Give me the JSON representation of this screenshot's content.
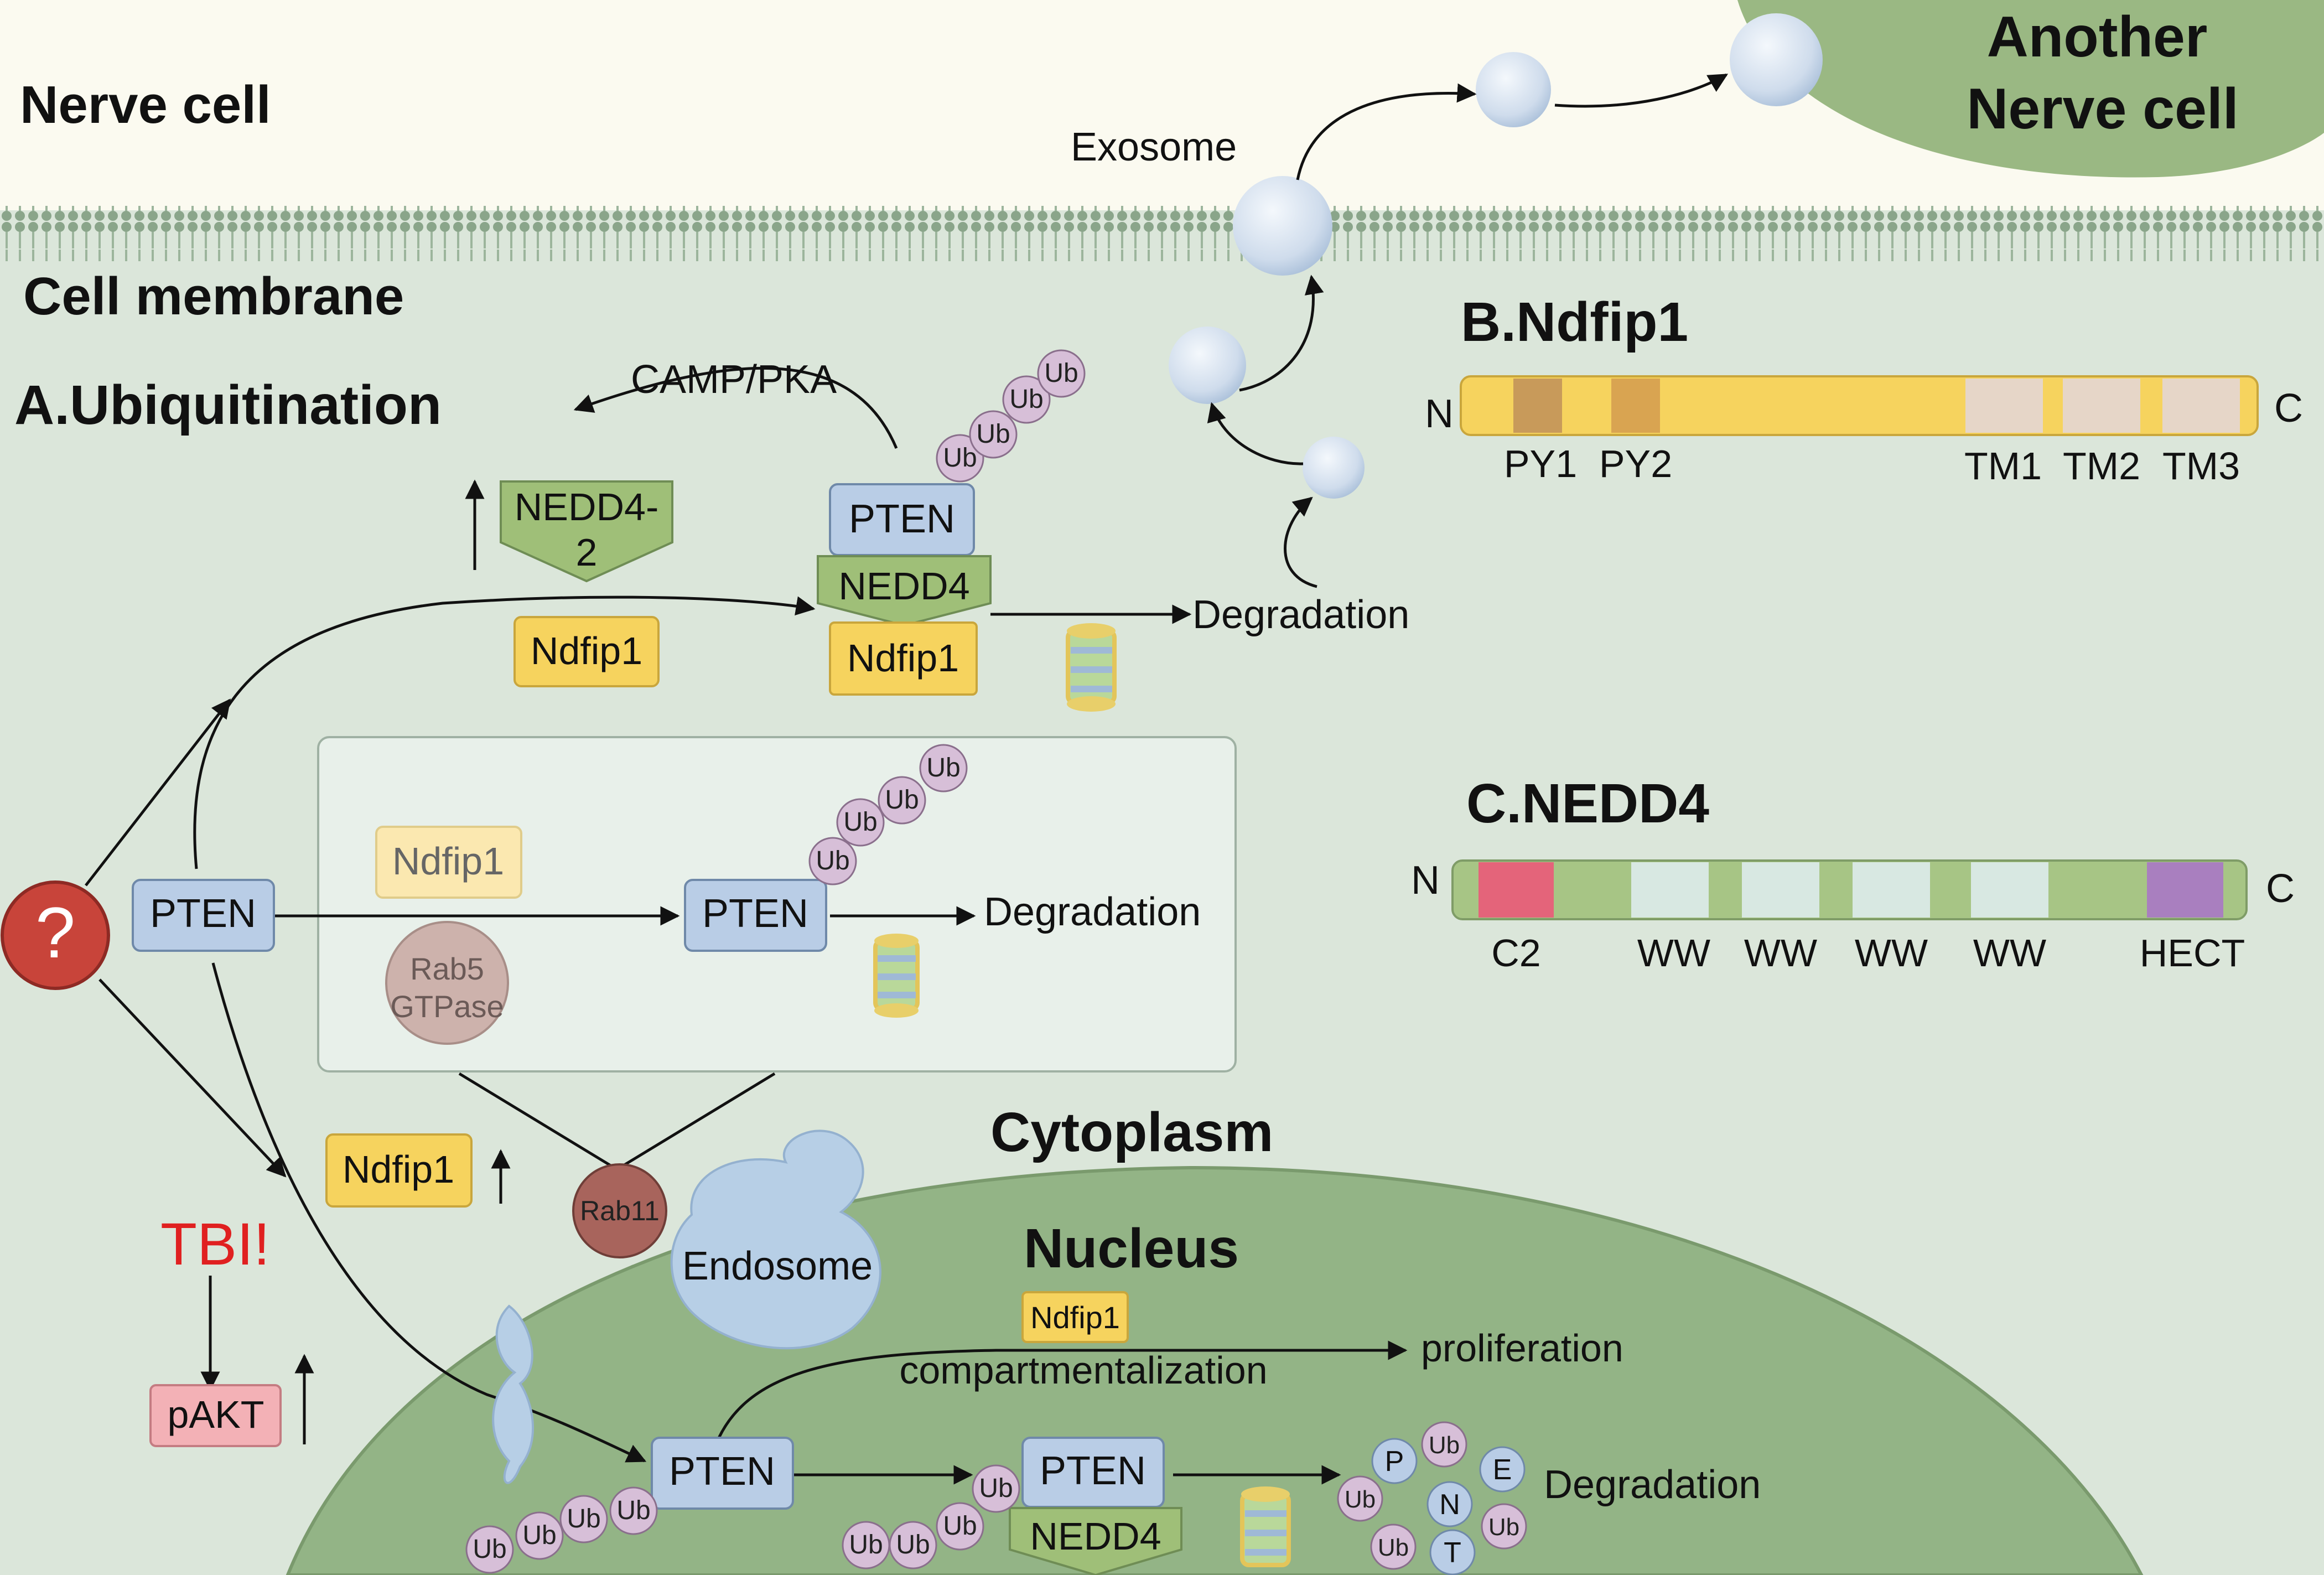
{
  "labels": {
    "nerve_cell": "Nerve cell",
    "another_nerve_cell_1": "Another",
    "another_nerve_cell_2": "Nerve cell",
    "exosome": "Exosome",
    "cell_membrane": "Cell membrane",
    "section_a": "A.Ubiquitination",
    "section_b": "B.Ndfip1",
    "section_c": "C.NEDD4",
    "camp_pka": "CAMP/PKA",
    "cytoplasm": "Cytoplasm",
    "nucleus": "Nucleus",
    "endosome": "Endosome",
    "tbi": "TBI!",
    "pakt": "pAKT",
    "question": "?",
    "proliferation": "proliferation",
    "compartmentalization": "compartmentalization",
    "degradation": "Degradation",
    "nedd4_2_line1": "NEDD4-",
    "nedd4_2_line2": "2",
    "nedd4": "NEDD4",
    "ndfip1": "Ndfip1",
    "pten": "PTEN",
    "rab5_line1": "Rab5",
    "rab5_line2": "GTPase",
    "rab11": "Rab11",
    "ub": "Ub"
  },
  "ndfip1_domain": {
    "n_label": "N",
    "c_label": "C",
    "domains": [
      "PY1",
      "PY2",
      "TM1",
      "TM2",
      "TM3"
    ]
  },
  "nedd4_domain": {
    "n_label": "N",
    "c_label": "C",
    "domains": [
      "C2",
      "WW",
      "WW",
      "WW",
      "WW",
      "HECT"
    ]
  },
  "pten_letters": [
    "P",
    "T",
    "E",
    "N"
  ],
  "colors": {
    "background_extracellular": "#fbfaf0",
    "cytoplasm": "#dbe6da",
    "nucleus": "#93b486",
    "another_cell": "#9ab883",
    "pten_box": "#b9cde6",
    "ndfip1_box": "#f6d35e",
    "nedd4_box": "#9fbf78",
    "ub": "#d7bfd8",
    "tbi_red": "#e02020",
    "pakt_box": "#f3b1b6",
    "question_circle": "#c8443a"
  }
}
